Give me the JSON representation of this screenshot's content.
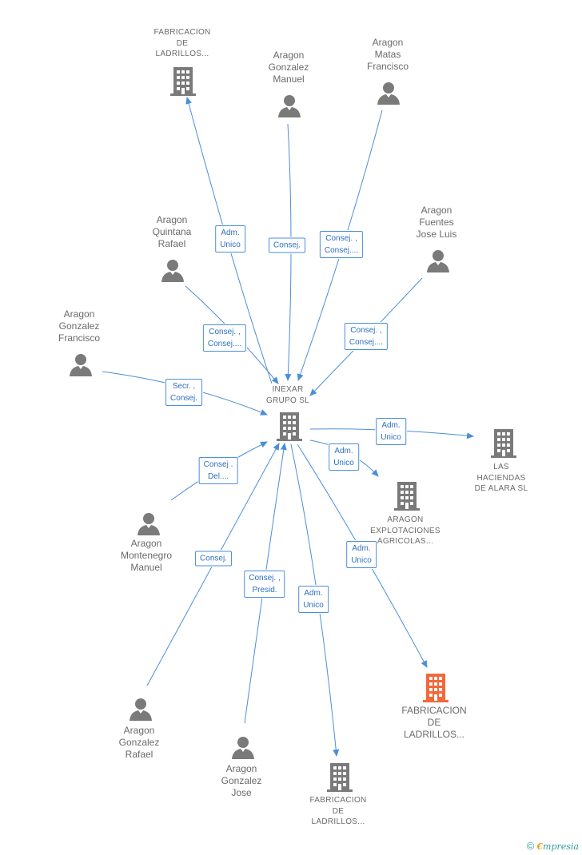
{
  "colors": {
    "edge": "#4a8fd8",
    "icon": "#7a7a7a",
    "highlight": "#f4683a"
  },
  "center": {
    "label": [
      "INEXAR",
      "GRUPO SL"
    ]
  },
  "nodes": {
    "fab_top": {
      "label": [
        "FABRICACION",
        "DE",
        "LADRILLOS..."
      ]
    },
    "ag_manuel": {
      "label": [
        "Aragon",
        "Gonzalez",
        "Manuel"
      ]
    },
    "am_francisco": {
      "label": [
        "Aragon",
        "Matas",
        "Francisco"
      ]
    },
    "aq_rafael": {
      "label": [
        "Aragon",
        "Quintana",
        "Rafael"
      ]
    },
    "af_joseluis": {
      "label": [
        "Aragon",
        "Fuentes",
        "Jose Luis"
      ]
    },
    "ag_francisco": {
      "label": [
        "Aragon",
        "Gonzalez",
        "Francisco"
      ]
    },
    "hacienda": {
      "label": [
        "LAS",
        "HACIENDAS",
        "DE ALARA SL"
      ]
    },
    "explot": {
      "label": [
        "ARAGON",
        "EXPLOTACIONES",
        "AGRICOLAS..."
      ]
    },
    "am_manuel": {
      "label": [
        "Aragon",
        "Montenegro",
        "Manuel"
      ]
    },
    "fab_orange": {
      "label": [
        "FABRICACION",
        "DE",
        "LADRILLOS..."
      ]
    },
    "ag_rafael": {
      "label": [
        "Aragon",
        "Gonzalez",
        "Rafael"
      ]
    },
    "ag_jose": {
      "label": [
        "Aragon",
        "Gonzalez",
        "Jose"
      ]
    },
    "fab_bottom": {
      "label": [
        "FABRICACION",
        "DE",
        "LADRILLOS..."
      ]
    }
  },
  "relations": {
    "r_fab_top": [
      "Adm.",
      "Unico"
    ],
    "r_ag_manuel": [
      "Consej."
    ],
    "r_am_francisco": [
      "Consej. ,",
      "Consej...."
    ],
    "r_aq_rafael": [
      "Consej. ,",
      "Consej...."
    ],
    "r_af_joseluis": [
      "Consej. ,",
      "Consej...."
    ],
    "r_ag_francisco": [
      "Secr. ,",
      "Consej."
    ],
    "r_hacienda": [
      "Adm.",
      "Unico"
    ],
    "r_explot": [
      "Adm.",
      "Unico"
    ],
    "r_am_manuel": [
      "Consej .",
      "Del...."
    ],
    "r_fab_orange": [
      "Adm.",
      "Unico"
    ],
    "r_ag_rafael": [
      "Consej."
    ],
    "r_ag_jose": [
      "Consej. ,",
      "Presid."
    ],
    "r_fab_bottom": [
      "Adm.",
      "Unico"
    ]
  },
  "footer": {
    "copyright": "©",
    "brand_initial": "€",
    "brand_rest": "mpresia"
  }
}
